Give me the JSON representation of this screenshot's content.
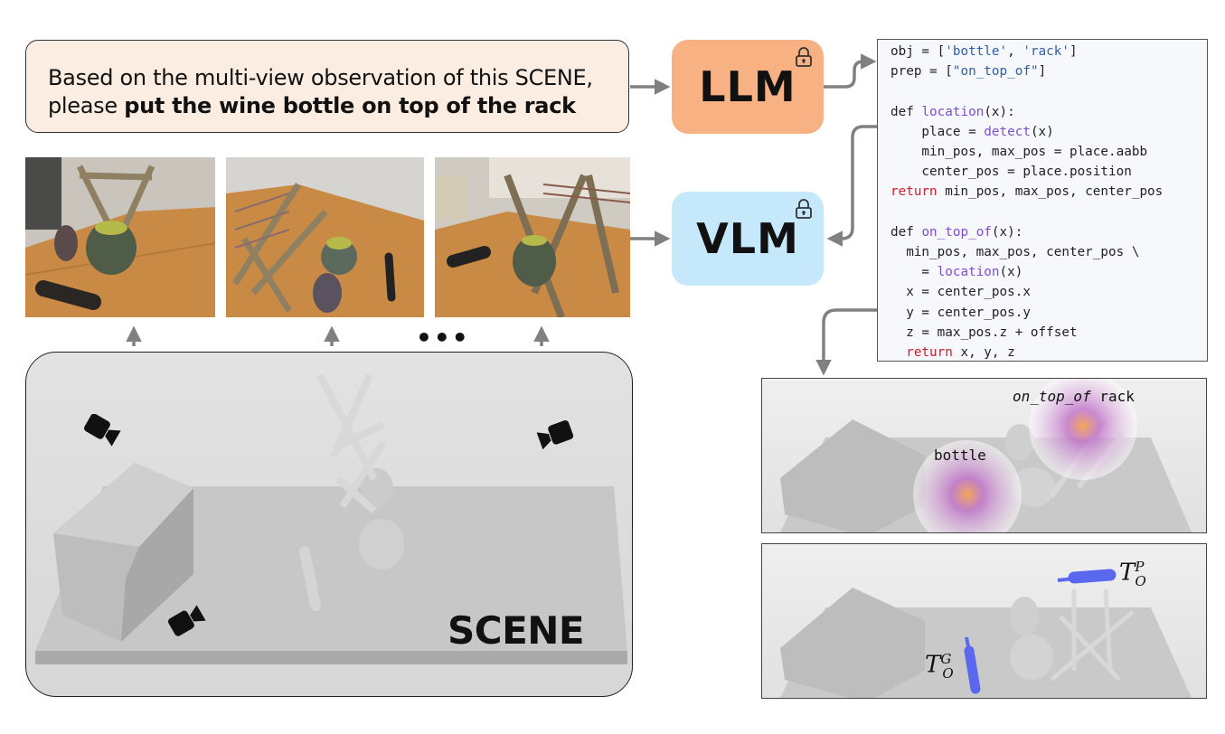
{
  "instruction": {
    "line1": "Based on the multi-view observation of this SCENE,",
    "line2_prefix": "please ",
    "line2_bold": "put the wine bottle on top of the rack"
  },
  "models": {
    "llm": {
      "label": "LLM",
      "color": "#f8b183",
      "icon": "lock-icon"
    },
    "vlm": {
      "label": "VLM",
      "color": "#c5e9fb",
      "icon": "lock-icon"
    }
  },
  "code": {
    "lines": [
      "obj = ['bottle', 'rack']",
      "prep = [\"on_top_of\"]",
      "",
      "def location(x):",
      "    place = detect(x)",
      "    min_pos, max_pos = place.aabb",
      "    center_pos = place.position",
      "return min_pos, max_pos, center_pos",
      "",
      "def on_top_of(x):",
      "  min_pos, max_pos, center_pos \\",
      "    = location(x)",
      "  x = center_pos.x",
      "  y = center_pos.y",
      "  z = max_pos.z + offset",
      "  return x, y, z"
    ]
  },
  "views": {
    "photos": [
      "view-1",
      "view-2",
      "view-3"
    ],
    "ellipsis": "•••"
  },
  "scene": {
    "label": "SCENE",
    "camera_icons": 3
  },
  "render_top": {
    "label_bottle": "bottle",
    "label_relation_italic": "on_top_of",
    "label_relation_obj": " rack"
  },
  "render_bottom": {
    "goal_symbol": "T",
    "goal_sub": "O",
    "goal_sup": "G",
    "place_symbol": "T",
    "place_sub": "O",
    "place_sup": "P",
    "highlight_color": "#5a68f0"
  },
  "colors": {
    "arrow": "#808080",
    "keyword": "#d11a2a",
    "function": "#7b4fcf",
    "string": "#2e5fa8"
  }
}
